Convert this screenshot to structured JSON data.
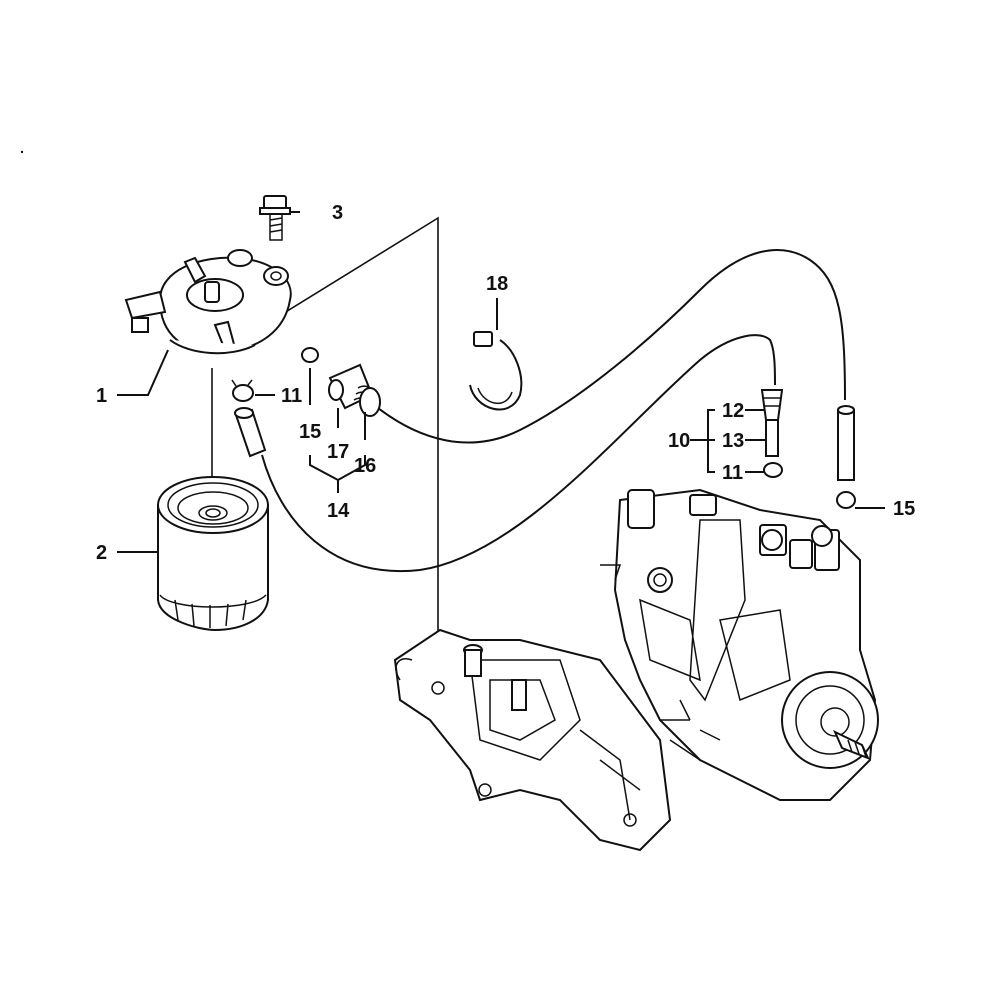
{
  "callouts": {
    "c1": "1",
    "c2": "2",
    "c3": "3",
    "c10": "10",
    "c11a": "11",
    "c11b": "11",
    "c12": "12",
    "c13": "13",
    "c14": "14",
    "c15a": "15",
    "c15b": "15",
    "c16": "16",
    "c17": "17",
    "c18": "18"
  },
  "parts": [
    {
      "id": "1",
      "name": "filter-head-assembly"
    },
    {
      "id": "2",
      "name": "fuel-filter-cartridge"
    },
    {
      "id": "3",
      "name": "mounting-bolt"
    },
    {
      "id": "10",
      "name": "fitting-set"
    },
    {
      "id": "11",
      "name": "hose-clamp"
    },
    {
      "id": "12",
      "name": "fitting-nozzle"
    },
    {
      "id": "13",
      "name": "pipe"
    },
    {
      "id": "14",
      "name": "hose-set"
    },
    {
      "id": "15",
      "name": "clip"
    },
    {
      "id": "16",
      "name": "spring-protector"
    },
    {
      "id": "17",
      "name": "hose-sleeve"
    },
    {
      "id": "18",
      "name": "band-clamp"
    }
  ]
}
